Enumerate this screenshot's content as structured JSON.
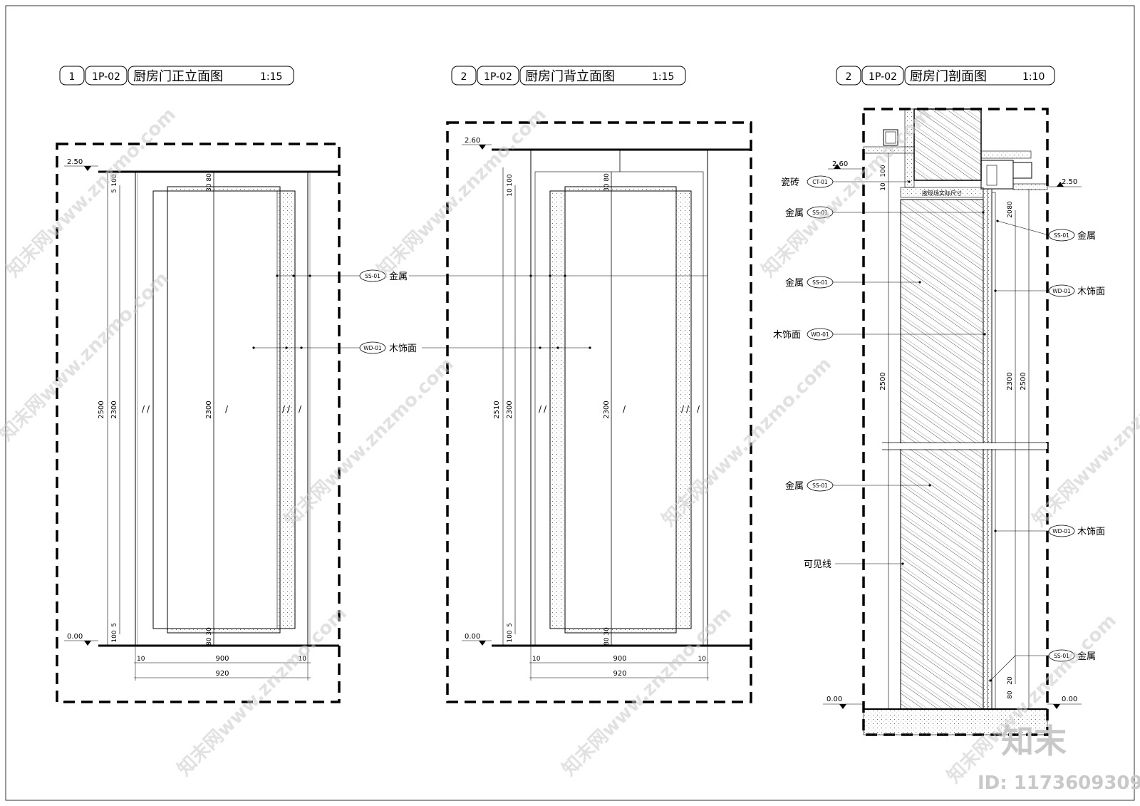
{
  "views": [
    {
      "num": "1",
      "sheet": "1P-02",
      "title": "厨房门正立面图",
      "scale": "1:15"
    },
    {
      "num": "2",
      "sheet": "1P-02",
      "title": "厨房门背立面图",
      "scale": "1:15"
    },
    {
      "num": "2",
      "sheet": "1P-02",
      "title": "厨房门剖面图",
      "scale": "1:10"
    }
  ],
  "front_elevation": {
    "level_top": "2.50",
    "level_bottom": "0.00",
    "dims_v": [
      "2500",
      "2300",
      "2300",
      "100",
      "5",
      "100",
      "5"
    ],
    "dims_top": "30 80",
    "dims_bottom": "80 30",
    "dims_h": [
      "10",
      "900",
      "10",
      "920"
    ]
  },
  "back_elevation": {
    "level_top": "2.60",
    "level_bottom": "0.00",
    "dims_v": [
      "2510",
      "2300",
      "2300",
      "100",
      "10",
      "100",
      "5"
    ],
    "dims_top": "30 80",
    "dims_bottom": "80 30",
    "dims_h": [
      "10",
      "900",
      "10",
      "920"
    ]
  },
  "section": {
    "level_top_left": "2.60",
    "level_top_right": "2.50",
    "level_bottom_left": "0.00",
    "level_bottom_right": "0.00",
    "dims_v": [
      "2500",
      "2300",
      "2500",
      "100",
      "10",
      "20",
      "80",
      "80",
      "20"
    ],
    "site_note": "按现场实际尺寸",
    "labels_left": [
      {
        "text": "瓷砖",
        "tag": "CT-01"
      },
      {
        "text": "金属",
        "tag": "SS-01"
      },
      {
        "text": "金属",
        "tag": "SS-01"
      },
      {
        "text": "木饰面",
        "tag": "WD-01"
      },
      {
        "text": "金属",
        "tag": "SS-01"
      },
      {
        "text": "可见线",
        "tag": ""
      }
    ],
    "labels_right": [
      {
        "text": "金属",
        "tag": "SS-01"
      },
      {
        "text": "木饰面",
        "tag": "WD-01"
      },
      {
        "text": "木饰面",
        "tag": "WD-01"
      },
      {
        "text": "金属",
        "tag": "SS-01"
      }
    ]
  },
  "shared_labels": [
    {
      "text": "金属",
      "tag": "SS-01"
    },
    {
      "text": "木饰面",
      "tag": "WD-01"
    }
  ],
  "watermark": {
    "text": "知末网www.znzmo.com",
    "brand": "知末",
    "id": "ID: 1173609309"
  }
}
